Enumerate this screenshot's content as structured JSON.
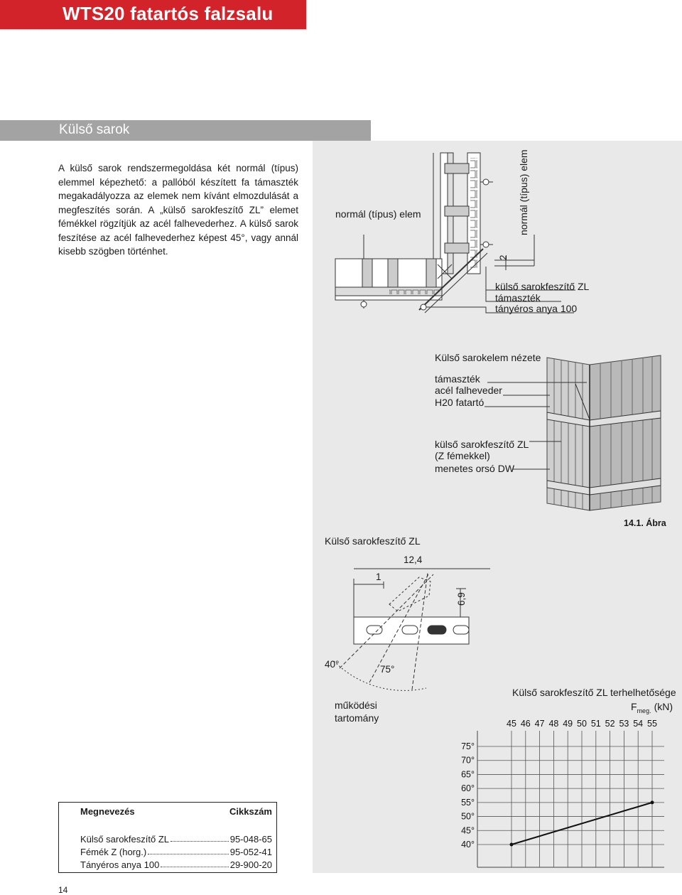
{
  "header": {
    "title": "WTS20 fatartós falzsalu"
  },
  "section": {
    "title": "Külső sarok"
  },
  "intro_text": "A külső sarok rendszermegoldása két normál (típus) elemmel képezhető: a pallóból készített fa támaszték megakadályozza az elemek nem kívánt elmozdulását a megfeszítés során. A „külső sarokfeszítő ZL” elemet fémékkel rögzítjük az acél falhevederhez. A külső sarok feszítése az acél falhevederhez képest 45°, vagy annál kisebb szögben történhet.",
  "plan_view": {
    "label_left": "normál (típus) elem",
    "label_right": "normál (típus) elem",
    "dim": "2",
    "callouts": [
      "külső sarokfeszítő ZL",
      "támaszték",
      "tányéros anya 100"
    ]
  },
  "corner_view": {
    "title": "Külső sarokelem nézete",
    "callouts_top": [
      "támaszték",
      "acél falheveder",
      "H20 fatartó"
    ],
    "callouts_bottom": [
      "külső sarokfeszítő ZL",
      "(Z fémekkel)",
      "menetes orsó DW"
    ]
  },
  "figure_number": "14.1. Ábra",
  "zl_detail": {
    "title": "Külső sarokfeszítő ZL",
    "dims": {
      "a": "12,4",
      "b": "1",
      "c": "6,9"
    },
    "angles": {
      "a40": "40°",
      "a75": "75°"
    },
    "range_label_1": "működési",
    "range_label_2": "tartomány"
  },
  "load_chart": {
    "title": "Külső sarokfeszítő ZL terhelhetősége",
    "unit_label": "F",
    "unit_sub": "meg.",
    "unit_rest": "(kN)",
    "x_ticks": [
      "45",
      "46",
      "47",
      "48",
      "49",
      "50",
      "51",
      "52",
      "53",
      "54",
      "55"
    ],
    "y_ticks": [
      "75°",
      "70°",
      "65°",
      "60°",
      "55°",
      "50°",
      "45°",
      "40°"
    ]
  },
  "chart_data": {
    "type": "line",
    "title": "Külső sarokfeszítő ZL terhelhetősége",
    "xlabel": "Fmeg. (kN)",
    "ylabel": "",
    "x_ticks": [
      45,
      46,
      47,
      48,
      49,
      50,
      51,
      52,
      53,
      54,
      55
    ],
    "y_ticks": [
      75,
      70,
      65,
      60,
      55,
      50,
      45,
      40
    ],
    "x": [
      45,
      55
    ],
    "y": [
      40,
      55
    ],
    "grid": true
  },
  "parts_table": {
    "headers": [
      "Megnevezés",
      "Cikkszám"
    ],
    "rows": [
      {
        "name": "Külső sarokfeszítő ZL",
        "code": "95-048-65"
      },
      {
        "name": "Fémék Z (horg.)",
        "code": "95-052-41"
      },
      {
        "name": "Tányéros anya 100",
        "code": "29-900-20"
      }
    ]
  },
  "page_number": "14",
  "colors": {
    "brand_red": "#d2232a",
    "section_gray": "#a3a3a3",
    "figure_bg": "#e9e9e9"
  }
}
